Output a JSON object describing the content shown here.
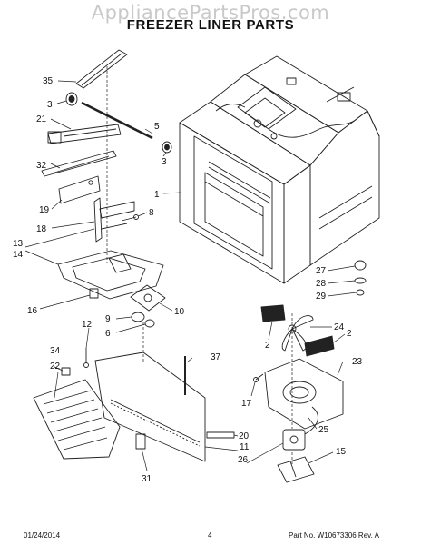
{
  "watermark": "AppliancePartsPros.com",
  "title": "FREEZER LINER PARTS",
  "callouts": [
    "35",
    "3",
    "21",
    "5",
    "32",
    "3",
    "19",
    "1",
    "8",
    "18",
    "13",
    "14",
    "27",
    "28",
    "29",
    "16",
    "10",
    "9",
    "12",
    "6",
    "24",
    "2",
    "2",
    "34",
    "37",
    "22",
    "23",
    "17",
    "20",
    "25",
    "11",
    "26",
    "15",
    "31"
  ],
  "footer": {
    "date": "01/24/2014",
    "page": "4",
    "part_number": "Part No. W10673306  Rev. A"
  }
}
